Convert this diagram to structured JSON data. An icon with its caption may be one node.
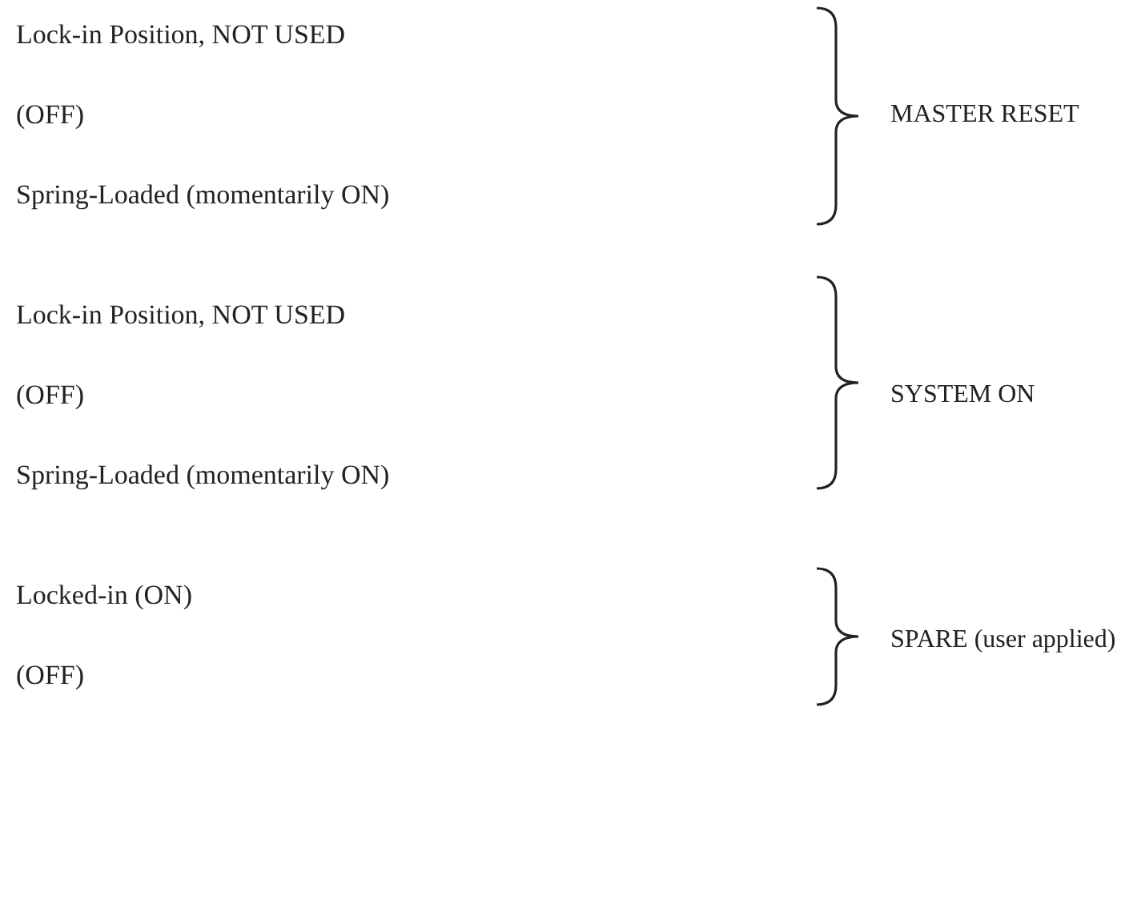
{
  "diagram": {
    "labels": [
      "Lock-in Position, NOT USED",
      "(OFF)",
      "Spring-Loaded (momentarily ON)",
      "MASTER RESET",
      "Lock-in Position, NOT USED",
      "(OFF)",
      "Spring-Loaded (momentarily ON)",
      "SYSTEM ON",
      "Locked-in (ON)",
      "(OFF)",
      "SPARE (user applied)"
    ]
  }
}
